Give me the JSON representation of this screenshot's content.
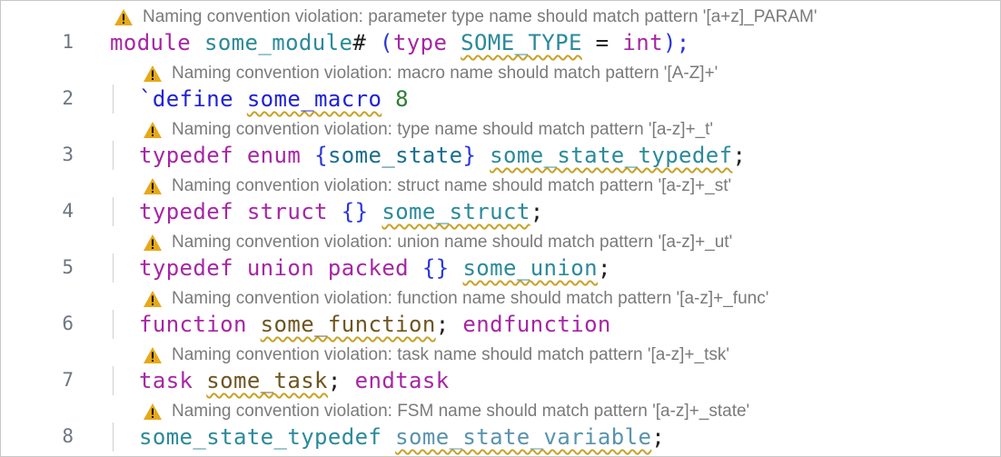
{
  "warning_icon": "warning-triangle-icon",
  "colors": {
    "warning": "#e5a91a",
    "keyword": "#a626a4",
    "type": "#2b8a99",
    "number": "#2f7d32",
    "line_number": "#6e7681",
    "hint_text": "#7a7a7a",
    "squiggle": "#c9a227"
  },
  "lines": [
    {
      "number": "1",
      "hint": "Naming convention violation: parameter type name should match pattern '[a+z]_PARAM'",
      "tokens": [
        "module",
        " ",
        "some_module",
        "#",
        " ",
        "(",
        "type",
        " ",
        "SOME_TYPE",
        " = ",
        "int",
        ");"
      ]
    },
    {
      "number": "2",
      "hint": "Naming convention violation: macro name should match pattern '[A-Z]+'",
      "tokens": [
        "`define",
        " ",
        "some_macro",
        " ",
        "8"
      ]
    },
    {
      "number": "3",
      "hint": "Naming convention violation: type name should match pattern '[a-z]+_t'",
      "tokens": [
        "typedef",
        " ",
        "enum",
        " ",
        "{",
        "some_state",
        "}",
        " ",
        "some_state_typedef",
        ";"
      ]
    },
    {
      "number": "4",
      "hint": "Naming convention violation: struct name should match pattern '[a-z]+_st'",
      "tokens": [
        "typedef",
        " ",
        "struct",
        " ",
        "{}",
        " ",
        "some_struct",
        ";"
      ]
    },
    {
      "number": "5",
      "hint": "Naming convention violation: union name should match pattern '[a-z]+_ut'",
      "tokens": [
        "typedef",
        " ",
        "union",
        " ",
        "packed",
        " ",
        "{}",
        " ",
        "some_union",
        ";"
      ]
    },
    {
      "number": "6",
      "hint": "Naming convention violation: function name should match pattern '[a-z]+_func'",
      "tokens": [
        "function",
        " ",
        "some_function",
        ";",
        " ",
        "endfunction"
      ]
    },
    {
      "number": "7",
      "hint": "Naming convention violation: task name should match pattern '[a-z]+_tsk'",
      "tokens": [
        "task",
        " ",
        "some_task",
        ";",
        " ",
        "endtask"
      ]
    },
    {
      "number": "8",
      "hint": "Naming convention violation: FSM name should match pattern '[a-z]+_state'",
      "tokens": [
        "some_state_typedef",
        " ",
        "some_state_variable",
        ";"
      ]
    }
  ]
}
